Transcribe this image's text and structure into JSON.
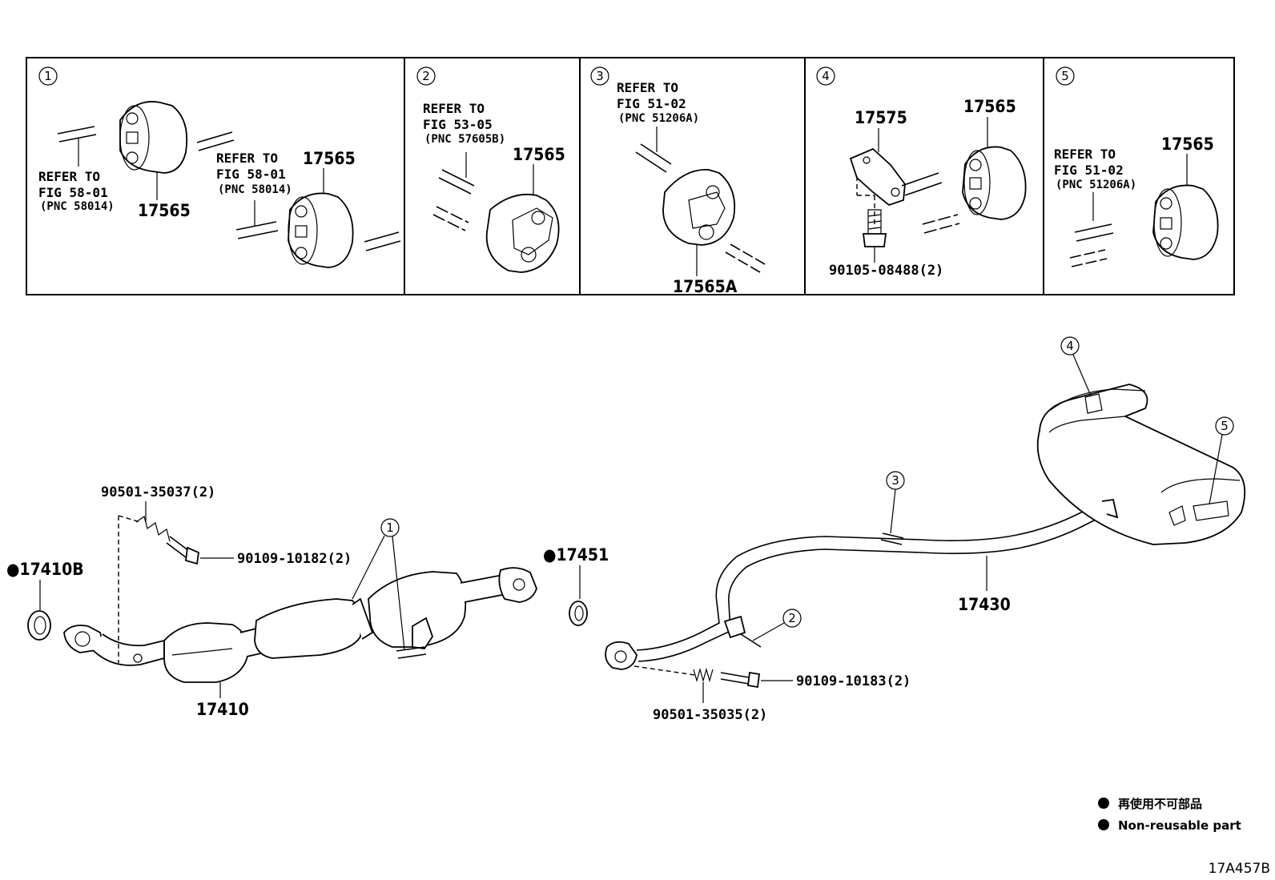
{
  "diagram": {
    "figure_code": "17A457B",
    "legend": {
      "japanese": "再使用不可部品",
      "english": "Non-reusable part"
    },
    "detail_panels": [
      {
        "number": "1",
        "refer_a": [
          "REFER TO",
          "FIG 58-01",
          "(PNC 58014)"
        ],
        "refer_b": [
          "REFER TO",
          "FIG 58-01",
          "(PNC 58014)"
        ],
        "parts": [
          "17565",
          "17565"
        ]
      },
      {
        "number": "2",
        "refer": [
          "REFER TO",
          "FIG 53-05",
          "(PNC 57605B)"
        ],
        "parts": [
          "17565"
        ]
      },
      {
        "number": "3",
        "refer": [
          "REFER TO",
          "FIG 51-02",
          "(PNC 51206A)"
        ],
        "parts": [
          "17565A"
        ]
      },
      {
        "number": "4",
        "parts": [
          "17575",
          "17565",
          "90105-08488(2)"
        ]
      },
      {
        "number": "5",
        "refer": [
          "REFER TO",
          "FIG 51-02",
          "(PNC 51206A)"
        ],
        "parts": [
          "17565"
        ]
      }
    ],
    "main_labels": {
      "p17410B": "●17410B",
      "p17451": "●17451",
      "p17410": "17410",
      "p17430": "17430",
      "p90501_35037": "90501-35037(2)",
      "p90109_10182": "90109-10182(2)",
      "p90109_10183": "90109-10183(2)",
      "p90501_35035": "90501-35035(2)"
    },
    "callouts": [
      "1",
      "2",
      "3",
      "4",
      "5"
    ]
  }
}
